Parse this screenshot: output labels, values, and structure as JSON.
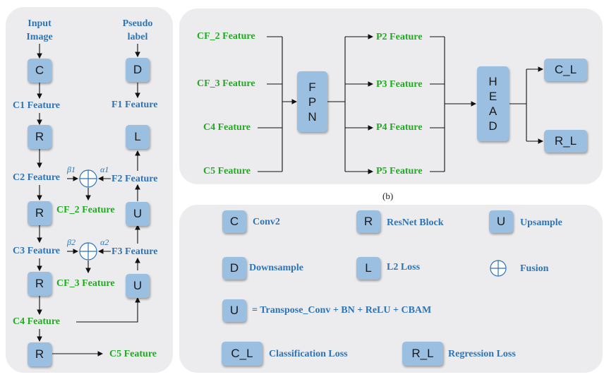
{
  "left": {
    "input_image": "Input\nImage",
    "pseudo_label": "Pseudo\nlabel",
    "box_c": "C",
    "box_d": "D",
    "c1": "C1 Feature",
    "f1": "F1 Feature",
    "box_r1": "R",
    "box_l": "L",
    "c2": "C2 Feature",
    "f2": "F2 Feature",
    "beta1": "β1",
    "alpha1": "α1",
    "box_r2": "R",
    "box_u1": "U",
    "cf2": "CF_2 Feature",
    "c3": "C3 Feature",
    "f3": "F3 Feature",
    "beta2": "β2",
    "alpha2": "α2",
    "box_r3": "R",
    "box_u2": "U",
    "cf3": "CF_3 Feature",
    "c4": "C4 Feature",
    "box_r4": "R",
    "c5": "C5 Feature"
  },
  "top_right": {
    "inputs": [
      "CF_2 Feature",
      "CF_3 Feature",
      "C4 Feature",
      "C5 Feature"
    ],
    "fpn_letters": [
      "F",
      "P",
      "N"
    ],
    "outputs": [
      "P2 Feature",
      "P3 Feature",
      "P4 Feature",
      "P5 Feature"
    ],
    "head_letters": [
      "H",
      "E",
      "A",
      "D"
    ],
    "loss_cls": "C_L",
    "loss_reg": "R_L"
  },
  "caption": "(b)",
  "legend": {
    "c": {
      "box": "C",
      "label": "Conv2"
    },
    "r": {
      "box": "R",
      "label": "ResNet Block"
    },
    "u": {
      "box": "U",
      "label": "Upsample"
    },
    "d": {
      "box": "D",
      "label": "Downsample"
    },
    "l": {
      "box": "L",
      "label": "L2 Loss"
    },
    "fusion": {
      "label": "Fusion"
    },
    "u_def": {
      "box": "U",
      "label": "=  Transpose_Conv + BN + ReLU + CBAM"
    },
    "cl": {
      "box": "C_L",
      "label": "Classification Loss"
    },
    "rl": {
      "box": "R_L",
      "label": "Regression Loss"
    }
  },
  "colors": {
    "box_fill": "#9bbfe0",
    "blue_text": "#2e74b5",
    "green_text": "#22aa22",
    "panel": "#ececee"
  }
}
